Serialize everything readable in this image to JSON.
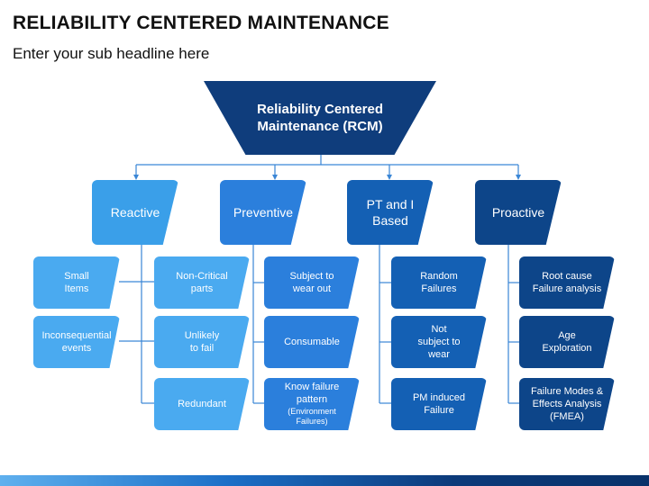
{
  "slide": {
    "title": "RELIABILITY CENTERED MAINTENANCE",
    "subtitle": "Enter your sub headline here"
  },
  "diagram": {
    "root": "Reliability Centered\nMaintenance (RCM)",
    "colors": {
      "root": "#0f3d7c",
      "reactive": "#3a9fe9",
      "preventive": "#2b7fdc",
      "pt_based": "#1460b4",
      "proactive": "#0d4589",
      "line": "#3a86d6"
    },
    "categories": [
      {
        "label": "Reactive",
        "leaves": [
          "Small\nItems",
          "Inconsequential\nevents",
          "Non-Critical\nparts",
          "Unlikely\nto fail",
          "Redundant"
        ]
      },
      {
        "label": "Preventive",
        "leaves": [
          "Subject to\nwear out",
          "Consumable",
          "Know failure\npattern"
        ],
        "leaf_note": "(Environment\nFailures)"
      },
      {
        "label": "PT and I\nBased",
        "leaves": [
          "Random\nFailures",
          "Not\nsubject to\nwear",
          "PM induced\nFailure"
        ]
      },
      {
        "label": "Proactive",
        "leaves": [
          "Root cause\nFailure analysis",
          "Age\nExploration",
          "Failure Modes &\nEffects Analysis\n(FMEA)"
        ]
      }
    ]
  }
}
